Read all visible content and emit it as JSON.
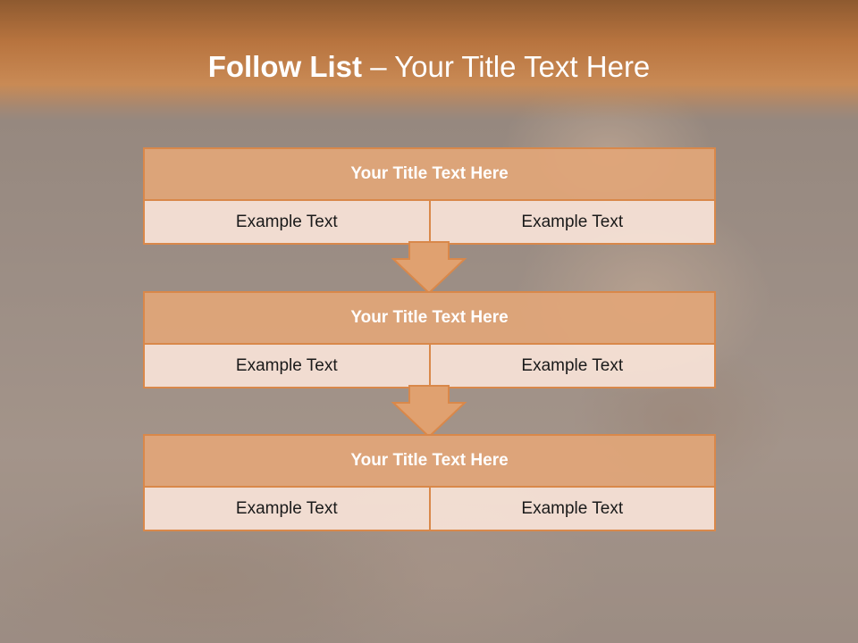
{
  "slide": {
    "title_main": "Follow List",
    "title_sub": " – Your Title Text Here"
  },
  "blocks": [
    {
      "title": "Your Title Text Here",
      "left": "Example Text",
      "right": "Example Text"
    },
    {
      "title": "Your Title Text Here",
      "left": "Example Text",
      "right": "Example Text"
    },
    {
      "title": "Your Title Text Here",
      "left": "Example Text",
      "right": "Example Text"
    }
  ],
  "colors": {
    "accent": "#d9884a",
    "block_title_fill": "#e1a678",
    "block_cell_fill": "#f5e0d5",
    "header_band": "#b8743f"
  },
  "icons": [
    "down-arrow-icon",
    "down-arrow-icon"
  ]
}
